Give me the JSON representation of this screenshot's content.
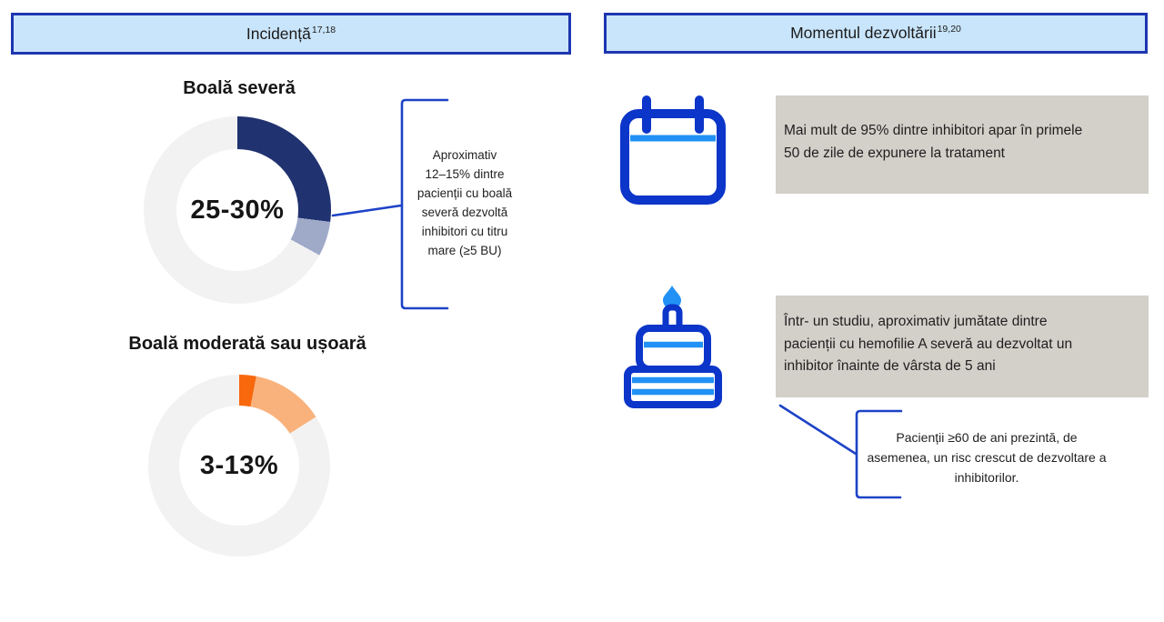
{
  "left_panel": {
    "header": {
      "text": "Incidență",
      "superscript": "17,18"
    },
    "severe": {
      "title": "Boală severă",
      "center_label": "25-30%",
      "callout_lines": [
        "Aproximativ",
        "12–15% dintre",
        "pacienții cu boală",
        "severă dezvoltă",
        "inhibitori cu titru",
        "mare (≥5 BU)"
      ]
    },
    "moderate": {
      "title": "Boală moderată sau ușoară",
      "center_label": "3-13%"
    }
  },
  "right_panel": {
    "header": {
      "text": "Momentul dezvoltării",
      "superscript": "19,20"
    },
    "timing_box_1": {
      "lines": [
        "Mai mult de 95% dintre inhibitori apar în primele",
        "50 de zile de expunere la tratament"
      ]
    },
    "timing_box_2": {
      "lines": [
        "Într- un studiu, aproximativ jumătate dintre",
        "pacienții cu hemofilie A severă au dezvoltat un",
        "inhibitor înainte de vârsta de 5 ani"
      ]
    },
    "age_callout": {
      "lines": [
        "Pacienții ≥60 de ani prezintă, de",
        "asemenea, un risc crescut de dezvoltare a",
        "inhibitorilor."
      ]
    }
  },
  "icons": {
    "calendar": "calendar-icon",
    "cake": "birthday-cake-icon"
  },
  "colors": {
    "header_fill": "#c9e5fb",
    "header_border": "#1e36b0",
    "navy": "#203270",
    "light_navy": "#9fa9c8",
    "orange": "#f8680c",
    "light_orange": "#f9b27c",
    "track": "#f2f2f2",
    "box_gray": "#d3cfc9",
    "line_blue": "#1d43c7",
    "icon_blue": "#0c35c9",
    "icon_light_blue": "#2191f5",
    "text_dark": "#1d1d1d"
  },
  "chart_data": [
    {
      "id": "severe-donut",
      "type": "pie",
      "style": "donut",
      "title": "Boală severă",
      "center_label": "25-30%",
      "value_meaning": "Incidence of inhibitors in severe disease: 25-30%",
      "segments": [
        {
          "name": "incidence-main",
          "start_pct": 0,
          "end_pct": 27,
          "color": "#203270"
        },
        {
          "name": "incidence-upper-range",
          "start_pct": 27,
          "end_pct": 33,
          "color": "#9fa9c8"
        },
        {
          "name": "remainder-track",
          "start_pct": 33,
          "end_pct": 100,
          "color": "#f2f2f2"
        }
      ]
    },
    {
      "id": "moderate-donut",
      "type": "pie",
      "style": "donut",
      "title": "Boală moderată sau ușoară",
      "center_label": "3-13%",
      "value_meaning": "Incidence of inhibitors in moderate/mild disease: 3-13%",
      "segments": [
        {
          "name": "incidence-main",
          "start_pct": 0,
          "end_pct": 3,
          "color": "#f8680c"
        },
        {
          "name": "incidence-upper-range",
          "start_pct": 3,
          "end_pct": 16,
          "color": "#f9b27c"
        },
        {
          "name": "remainder-track",
          "start_pct": 16,
          "end_pct": 100,
          "color": "#f2f2f2"
        }
      ]
    }
  ]
}
